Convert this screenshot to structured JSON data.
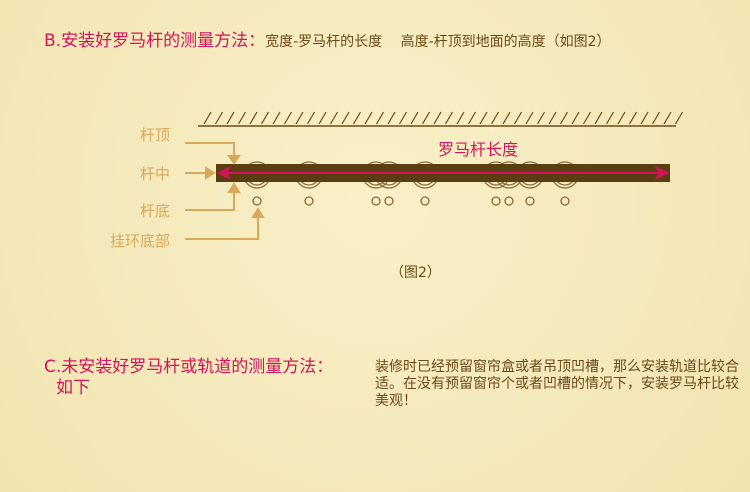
{
  "section_b": {
    "title": "B.安装好罗马杆的测量方法：",
    "desc": "宽度-罗马杆的长度　 高度-杆顶到地面的高度（如图2）"
  },
  "figure": {
    "labels": {
      "top": "杆顶",
      "middle": "杆中",
      "bottom": "杆底",
      "ring_bottom": "挂环底部"
    },
    "length_label": "罗马杆长度",
    "caption": "（图2）"
  },
  "section_c": {
    "title_line1": "C.未安装好罗马杆或轨道的测量方法：",
    "title_line2": "如下",
    "desc": "装修时已经预留窗帘盒或者吊顶凹槽，那么安装轨道比较合适。在没有预留窗帘个或者凹槽的情况下，安装罗马杆比较美观！"
  },
  "colors": {
    "accent": "#d4145a",
    "rod": "#5a3d12",
    "arrow": "#d9a85a",
    "text": "#6b4a1a"
  }
}
